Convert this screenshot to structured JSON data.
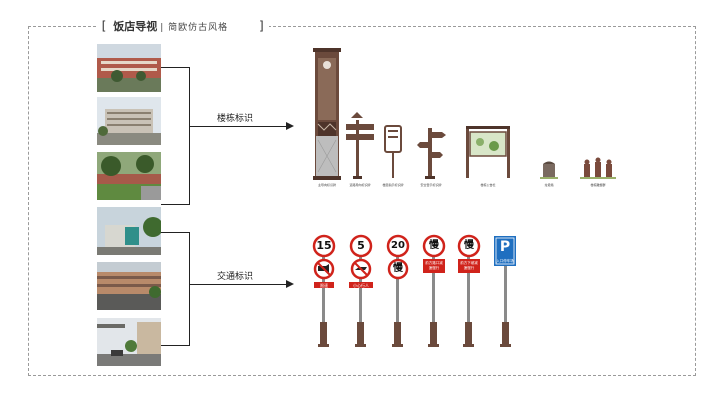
{
  "header": {
    "bracket_left": "[",
    "title": "饭店导视",
    "subtitle": "| 简欧仿古风格",
    "bracket_right": "]"
  },
  "groups": [
    {
      "label": "楼栋标识"
    },
    {
      "label": "交通标识"
    }
  ],
  "building_signs": [
    {
      "caption": "主导向标识牌"
    },
    {
      "caption": "道路导向标识牌"
    },
    {
      "caption": "楼层指示标识牌"
    },
    {
      "caption": "安全警示标识牌"
    },
    {
      "caption": "楼栋公告栏"
    },
    {
      "caption": "垃圾箱"
    },
    {
      "caption": "楼栋雕塑群"
    }
  ],
  "traffic_signs": [
    {
      "top": "15",
      "caption": "限速"
    },
    {
      "top": "5",
      "caption": "小心行人"
    },
    {
      "top": "20",
      "mid": "慢"
    },
    {
      "top": "慢",
      "caption": "前方路口减速慢行"
    },
    {
      "top": "慢",
      "caption": "前方下坡减速慢行"
    },
    {
      "top": "P",
      "caption": "入口停车场"
    }
  ],
  "colors": {
    "bronze": "#6b4a3c",
    "sign_red": "#d0231b",
    "parking_blue": "#1f6fc0",
    "frame_gray": "#9a9a9a"
  }
}
